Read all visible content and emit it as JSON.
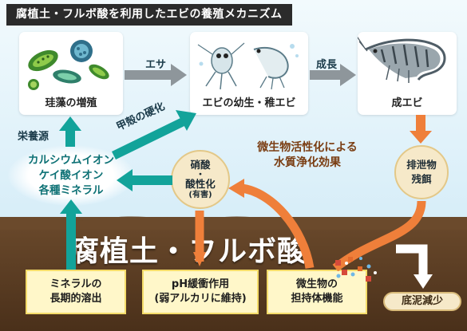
{
  "title": "腐植土・フルボ酸を利用したエビの養殖メカニズム",
  "cards": {
    "algae": "珪藻の増殖",
    "larvae": "エビの幼生・稚エビ",
    "adult": "成エビ"
  },
  "arrow_labels": {
    "feed": "エサ",
    "growth": "成長",
    "nutrient": "栄養源",
    "shell": "甲殻の硬化"
  },
  "minerals": [
    "カルシウムイオン",
    "ケイ酸イオン",
    "各種ミネラル"
  ],
  "microbe_effect": [
    "微生物活性化による",
    "水質浄化効果"
  ],
  "nitrate": {
    "line1": "硝酸",
    "dot": "・",
    "line2": "酸性化",
    "note": "(有害)"
  },
  "excrement": [
    "排泄物",
    "残餌"
  ],
  "main_title": "腐植土・フルボ酸",
  "boxes": [
    [
      "ミネラルの",
      "長期的溶出"
    ],
    [
      "pH緩衝作用",
      "(弱アルカリに維持)"
    ],
    [
      "微生物の",
      "担持体機能"
    ]
  ],
  "sludge": "底泥減少",
  "colors": {
    "teal_arrow": "#12a39a",
    "orange_arrow": "#ef7f3a",
    "gray_arrow": "#8e969b",
    "title_bg": "#2b2b2b",
    "soil": "#5a3b22",
    "box_fill": "#fff7c9"
  }
}
